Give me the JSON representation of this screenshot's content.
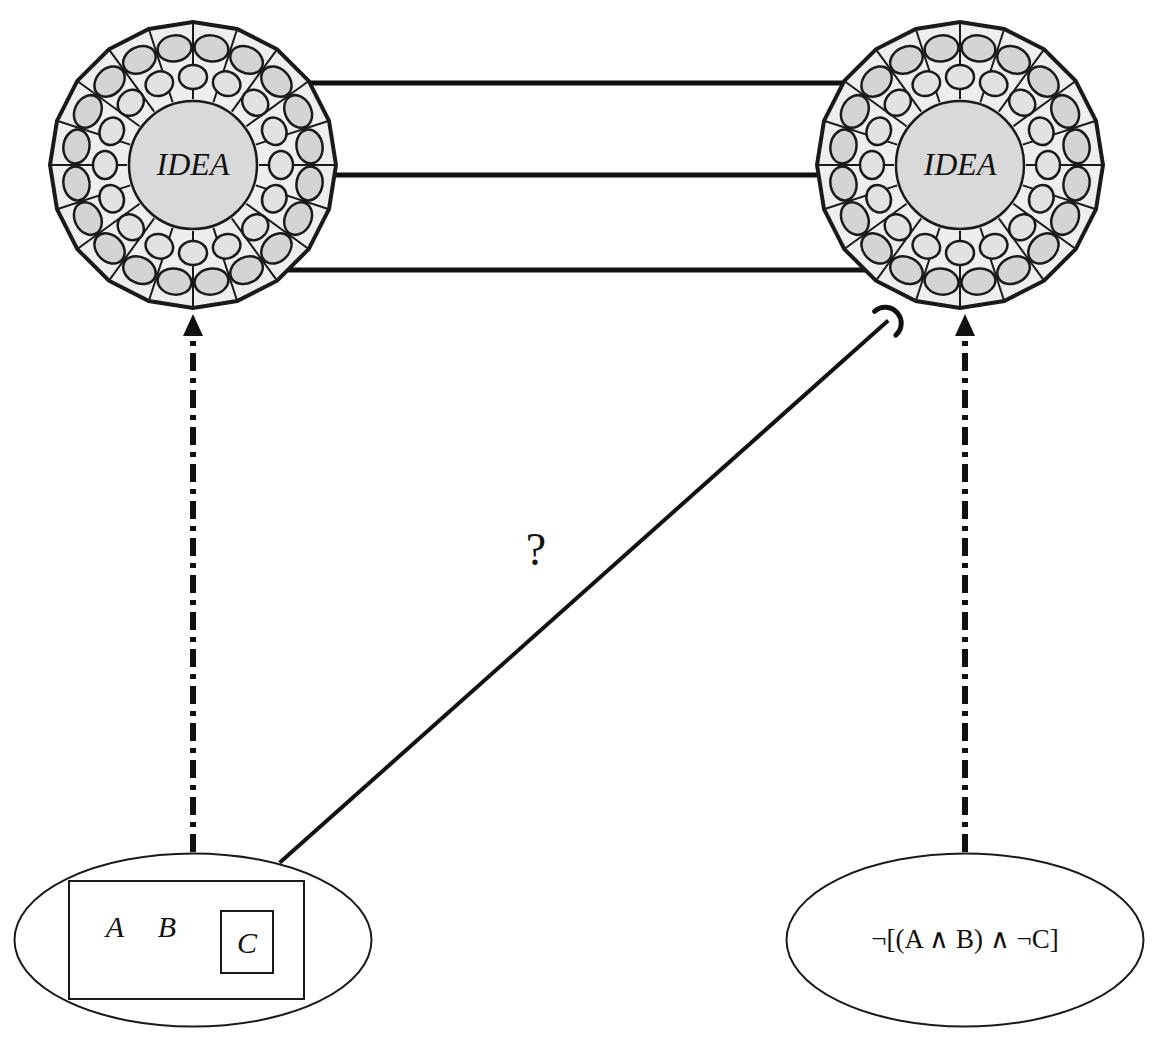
{
  "diagram": {
    "nodes": [
      {
        "text": [
          "IDEA"
        ]
      },
      {
        "text": [
          "IDEA"
        ]
      },
      {
        "text": []
      },
      {
        "text": [
          "A",
          "B"
        ],
        "in": 2
      },
      {
        "text": [
          "C"
        ],
        "in": 3
      },
      {
        "text": [
          "¬[(A ∧ B) ∧ ¬C]"
        ]
      }
    ],
    "edges": [
      {
        "from": 0,
        "to": 1,
        "arrow": "none"
      },
      {
        "from": 0,
        "to": 1,
        "arrow": "none"
      },
      {
        "from": 0,
        "to": 1,
        "arrow": "none"
      },
      {
        "from": 2,
        "to": 0,
        "arrow": "to"
      },
      {
        "from": 5,
        "to": 1,
        "arrow": "to"
      },
      {
        "from": 2,
        "to": 1,
        "label": "?",
        "arrow": "to"
      }
    ]
  }
}
